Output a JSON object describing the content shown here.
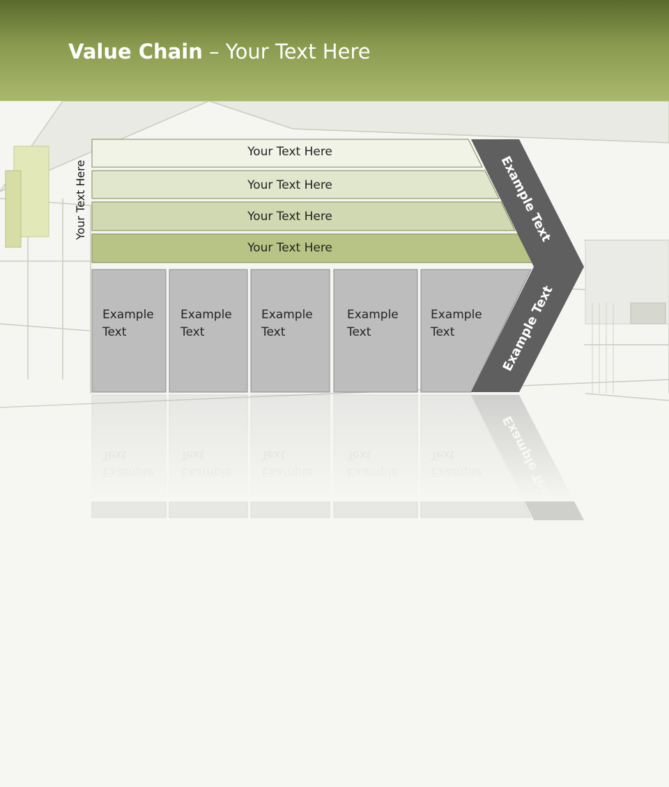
{
  "header": {
    "title_bold": "Value Chain",
    "title_rest": " – Your Text Here"
  },
  "diagram": {
    "vertical_label": "Your Text Here",
    "rows": [
      {
        "label": "Your Text Here",
        "color": "#f0f3e6"
      },
      {
        "label": "Your Text Here",
        "color": "#e1e7cd"
      },
      {
        "label": "Your Text Here",
        "color": "#d0d9b2"
      },
      {
        "label": "Your Text Here",
        "color": "#b8c485"
      }
    ],
    "cells": [
      {
        "label": "Example\nText"
      },
      {
        "label": "Example\nText"
      },
      {
        "label": "Example\nText"
      },
      {
        "label": "Example\nText"
      },
      {
        "label": "Example\nText"
      }
    ],
    "chevron_top_label": "Example Text",
    "chevron_bottom_label": "Example Text",
    "colors": {
      "chevron": "#5f5f5f",
      "cell": "#bdbdbd",
      "row_border": "#7d8a55",
      "header": "#8a9a4e"
    }
  }
}
